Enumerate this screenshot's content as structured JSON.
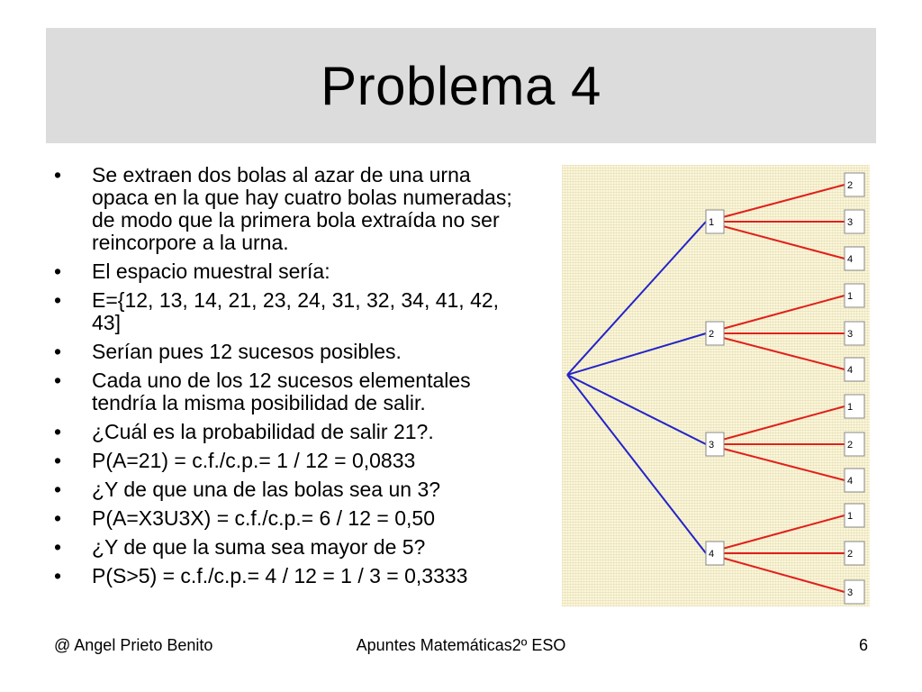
{
  "title": "Problema 4",
  "bullets": [
    "Se extraen dos bolas al azar de una urna opaca en la que hay cuatro bolas numeradas; de modo que la primera bola extraída no ser reincorpore a la urna.",
    "El espacio muestral sería:",
    "E={12, 13, 14, 21, 23, 24, 31, 32, 34, 41, 42, 43]",
    "Serían pues 12 sucesos posibles.",
    "Cada uno de los 12 sucesos elementales tendría la misma posibilidad de salir.",
    "¿Cuál es la probabilidad de salir 21?.",
    "P(A=21) = c.f./c.p.= 1 / 12 = 0,0833",
    "¿Y de que una de las bolas sea un 3?",
    "P(A=X3U3X) = c.f./c.p.= 6 / 12 = 0,50",
    "¿Y de que la suma sea mayor de 5?",
    "P(S>5) = c.f./c.p.= 4 / 12 = 1 / 3 = 0,3333"
  ],
  "bullet_glyph": "•",
  "tree": {
    "first_level": [
      "1",
      "2",
      "3",
      "4"
    ],
    "second_level": [
      [
        "2",
        "3",
        "4"
      ],
      [
        "1",
        "3",
        "4"
      ],
      [
        "1",
        "2",
        "4"
      ],
      [
        "1",
        "2",
        "3"
      ]
    ],
    "colors": {
      "first_branch": "#2323c8",
      "second_branch": "#e0201c",
      "box_border": "#8a8a8a"
    }
  },
  "footer": {
    "author": "@ Angel Prieto Benito",
    "course": "Apuntes Matemáticas2º ESO",
    "page": "6"
  }
}
